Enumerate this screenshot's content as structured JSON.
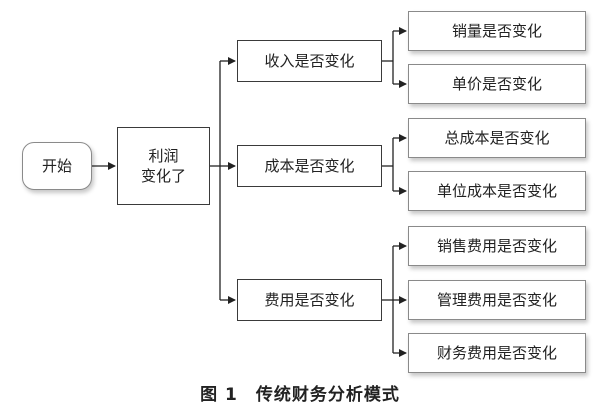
{
  "flowchart": {
    "start": "开始",
    "check_profit": "利润\n变化了",
    "level1": [
      "收入是否变化",
      "成本是否变化",
      "费用是否变化"
    ],
    "level2": [
      "销量是否变化",
      "单价是否变化",
      "总成本是否变化",
      "单位成本是否变化",
      "销售费用是否变化",
      "管理费用是否变化",
      "财务费用是否变化"
    ]
  },
  "caption": "图 1　传统财务分析模式"
}
